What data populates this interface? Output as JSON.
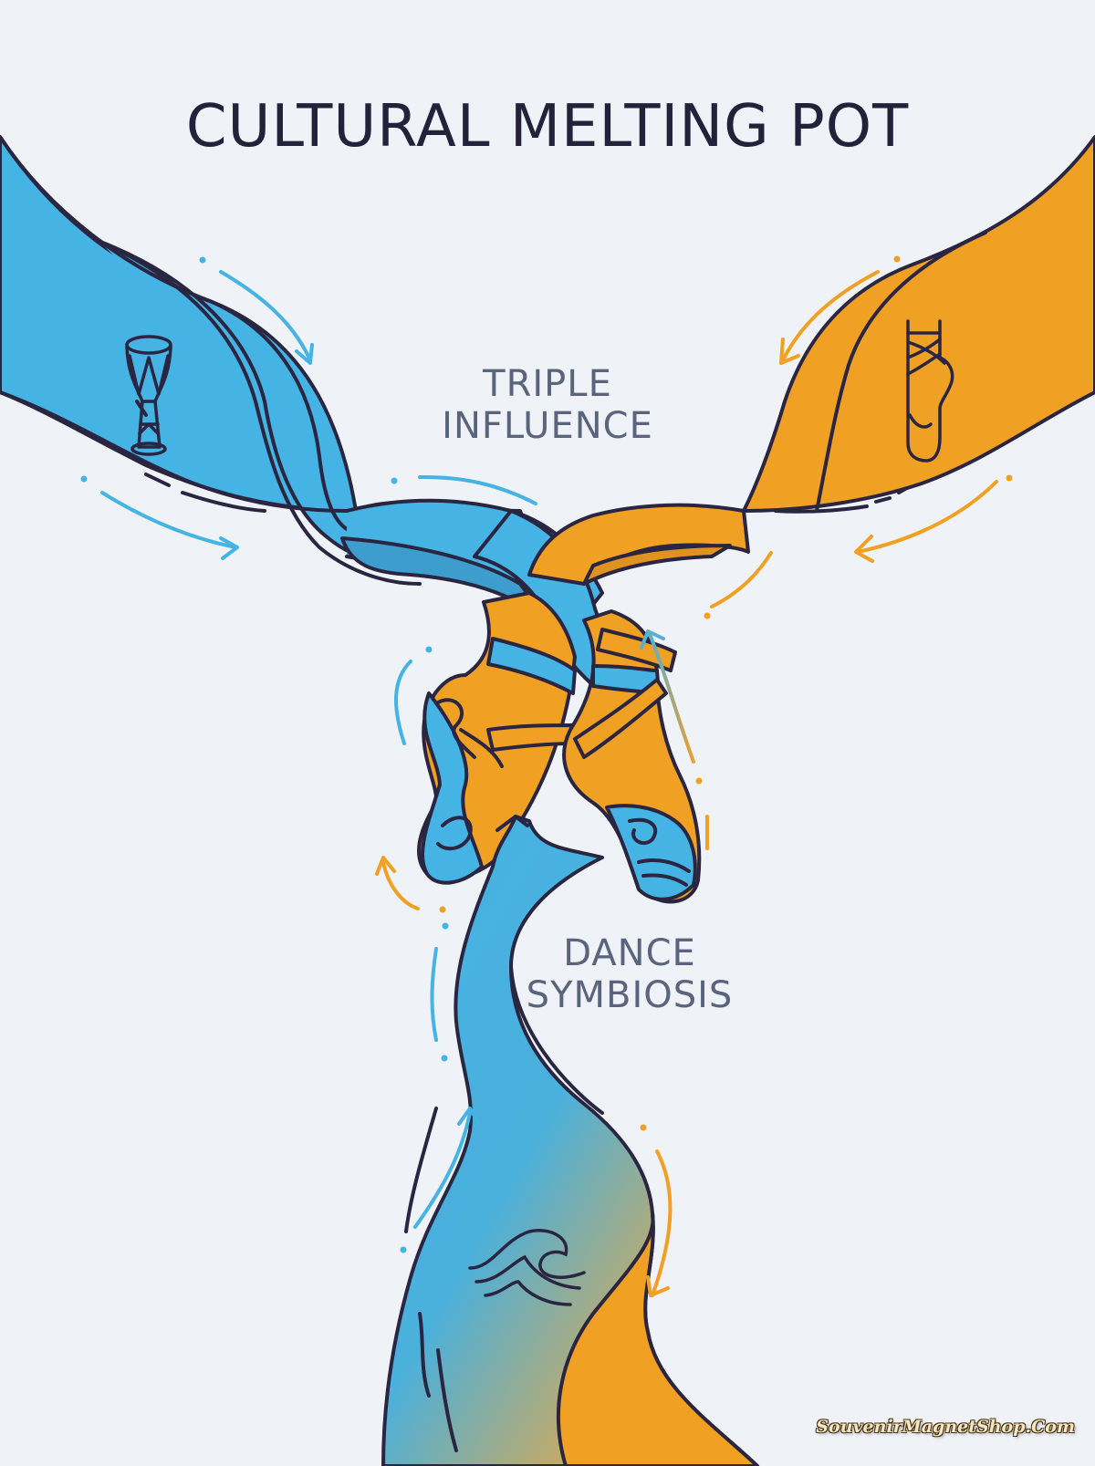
{
  "poster": {
    "title": "CULTURAL MELTING POT",
    "labels": {
      "triple_line1": "TRIPLE",
      "triple_line2": "INFLUENCE",
      "dance_line1": "DANCE",
      "dance_line2": "SYMBIOSIS"
    },
    "watermark": "SouvenirMagnetShop.Com"
  },
  "elements": {
    "left_ribbon": {
      "color": "#45b3e3",
      "icon": "djembe-drum-icon"
    },
    "right_ribbon": {
      "color": "#f0a022",
      "icon": "ballet-pointe-shoe-icon"
    },
    "center": {
      "icon": "pair-of-pointe-shoes-with-wave-pattern"
    },
    "bottom_stream": {
      "icon": "ocean-wave-icon",
      "gradient": [
        "#45b3e3",
        "#f0a022"
      ]
    }
  },
  "colors": {
    "background": "#eff2f7",
    "outline": "#2a2540",
    "blue": "#45b3e3",
    "blue_shade": "#3d9dcc",
    "orange": "#f0a022",
    "orange_shade": "#df9220",
    "title_text": "#24223a",
    "label_text": "#5a647c"
  }
}
